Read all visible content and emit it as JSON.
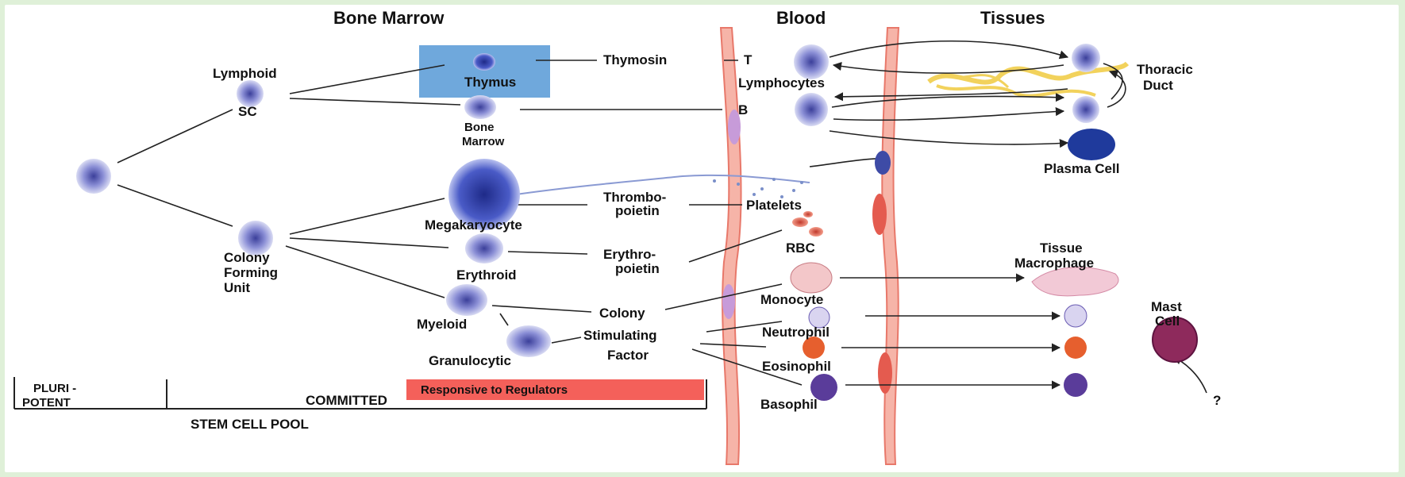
{
  "headers": {
    "bone_marrow": "Bone Marrow",
    "blood": "Blood",
    "tissues": "Tissues"
  },
  "labels": {
    "lymphoid": "Lymphoid",
    "sc": "SC",
    "thymus": "Thymus",
    "thymosin": "Thymosin",
    "t": "T",
    "lymphocytes": "Lymphocytes",
    "b": "B",
    "bone": "Bone",
    "marrow": "Marrow",
    "thoracic": "Thoracic",
    "duct": "Duct",
    "plasma_cell": "Plasma Cell",
    "megakaryocyte": "Megakaryocyte",
    "thrombo": "Thrombo-",
    "poietin_1": "poietin",
    "platelets": "Platelets",
    "colony": "Colony",
    "forming": "Forming",
    "unit": "Unit",
    "erythroid": "Erythroid",
    "erythro": "Erythro-",
    "poietin_2": "poietin",
    "rbc": "RBC",
    "tissue": "Tissue",
    "macrophage": "Macrophage",
    "myeloid": "Myeloid",
    "colony_2": "Colony",
    "monocyte": "Monocyte",
    "stimulating": "Stimulating",
    "factor": "Factor",
    "neutrophil": "Neutrophil",
    "mast": "Mast",
    "cell": "Cell",
    "granulocytic": "Granulocytic",
    "eosinophil": "Eosinophil",
    "basophil": "Basophil",
    "question": "?"
  },
  "footer": {
    "pluri": "PLURI -",
    "potent": "POTENT",
    "committed": "COMMITTED",
    "responsive": "Responsive to Regulators",
    "pool": "STEM CELL POOL"
  },
  "colors": {
    "background": "#dff0d8",
    "thymus_box": "#6fa8dc",
    "vessel": "#e8786a",
    "responsive_bar": "#f4605a",
    "cell_blue": "#5a6fbf",
    "cell_purple": "#8b79c9",
    "duct_yellow": "#f2d25c"
  }
}
